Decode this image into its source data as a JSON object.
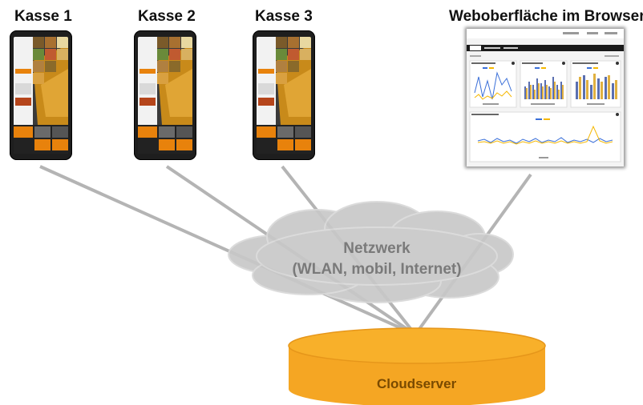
{
  "labels": {
    "kasse1": "Kasse 1",
    "kasse2": "Kasse 2",
    "kasse3": "Kasse 3",
    "web": "Weboberfläche im Browser"
  },
  "network": {
    "line1": "Netzwerk",
    "line2": "(WLAN, mobil, Internet)"
  },
  "server": {
    "label": "Cloudserver"
  },
  "colors": {
    "server_fill": "#f5a623",
    "cloud_fill": "#c8c8c8",
    "line": "#b0b0b0",
    "pos_orange": "#e8820c"
  }
}
